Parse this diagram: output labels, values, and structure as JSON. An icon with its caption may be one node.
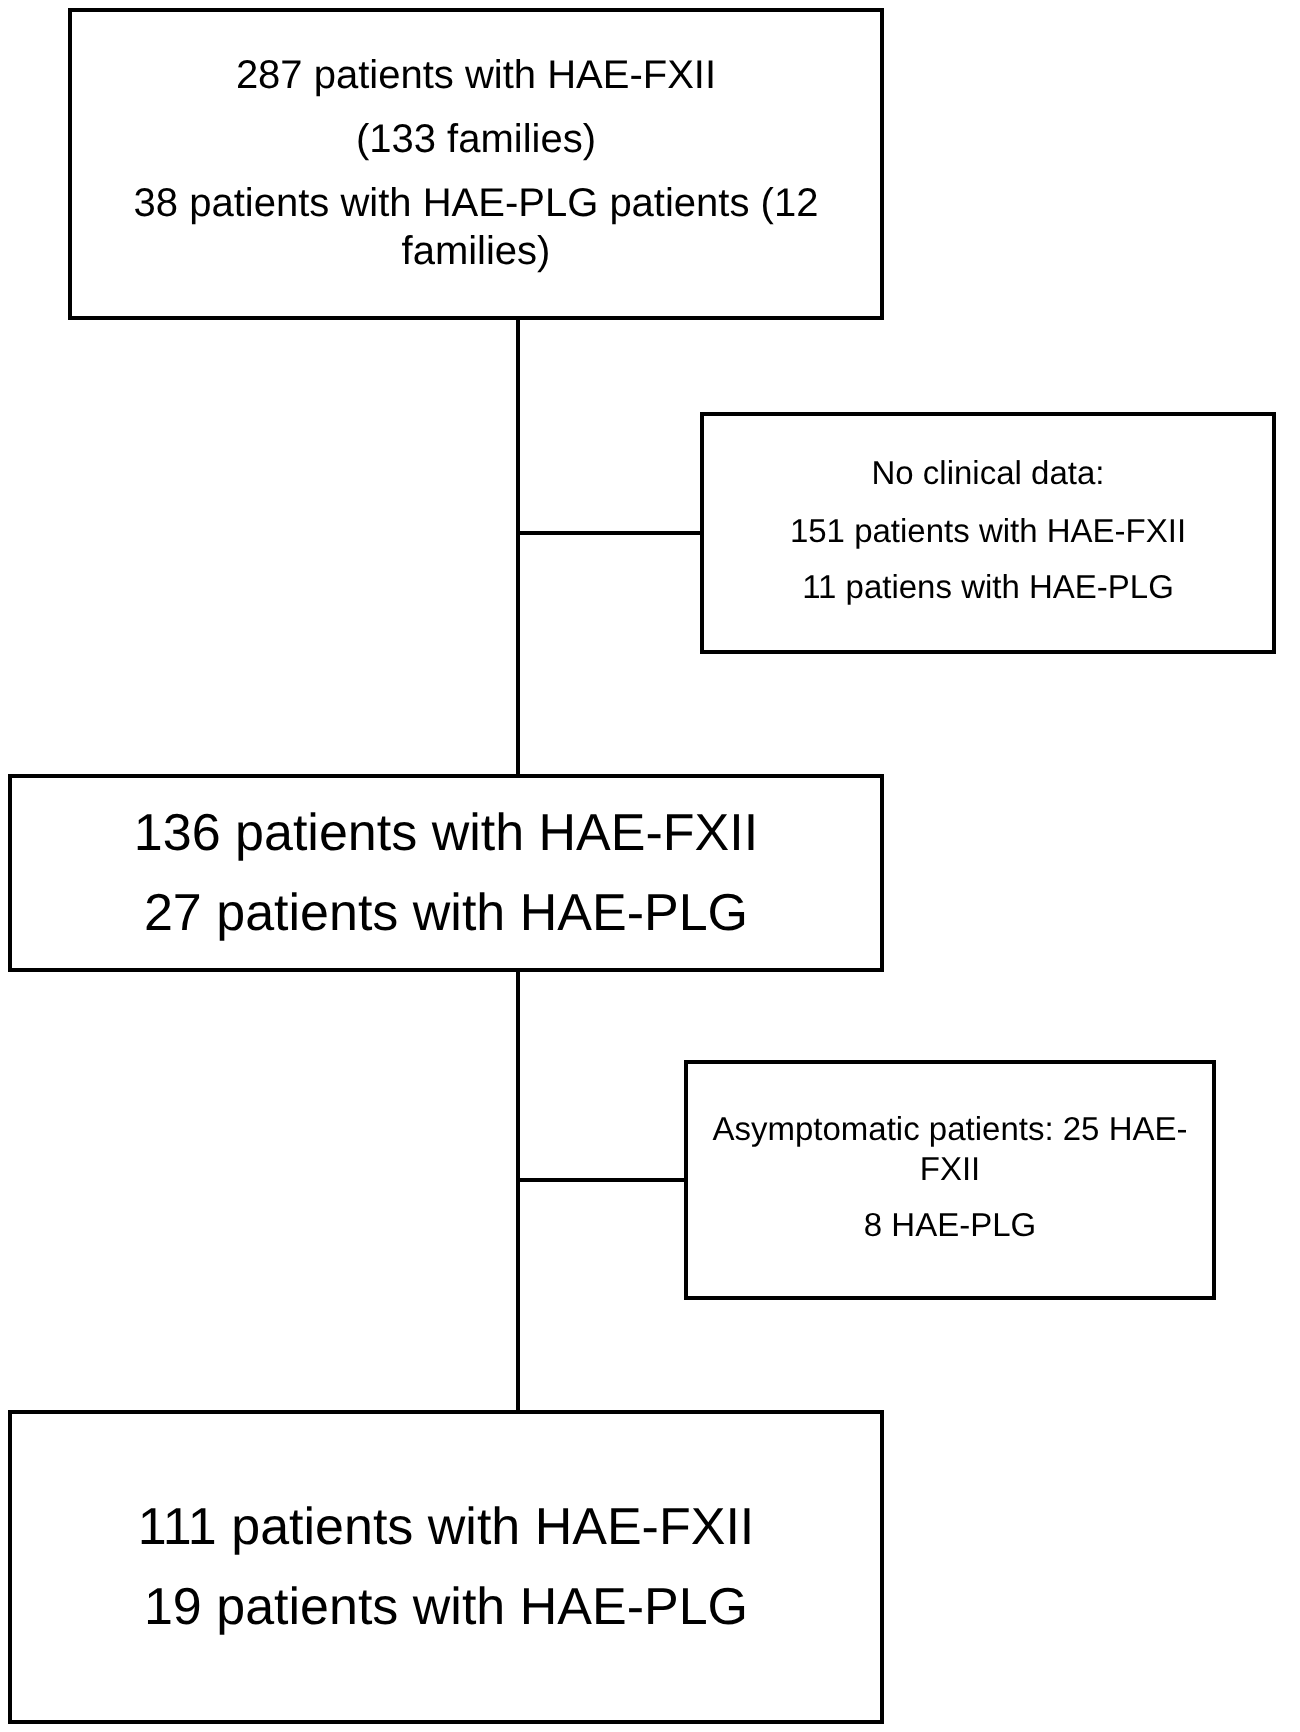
{
  "diagram": {
    "nodes": [
      {
        "text": [
          "287 patients with HAE-FXII",
          "(133 families)",
          "38 patients with HAE-PLG patients (12 families)"
        ]
      },
      {
        "text": [
          "No clinical data:",
          "151 patients with HAE-FXII",
          "11 patiens with HAE-PLG"
        ]
      },
      {
        "text": [
          "136 patients with HAE-FXII",
          "27 patients with HAE-PLG"
        ]
      },
      {
        "text": [
          "Asymptomatic patients: 25 HAE-FXII",
          "8 HAE-PLG"
        ]
      },
      {
        "text": [
          "111 patients with HAE-FXII",
          "19 patients with HAE-PLG"
        ]
      }
    ],
    "edges": [
      {
        "from": 0,
        "to": 2,
        "arrow": "none"
      },
      {
        "from": 0,
        "to": 1,
        "arrow": "none"
      },
      {
        "from": 2,
        "to": 4,
        "arrow": "none"
      },
      {
        "from": 2,
        "to": 3,
        "arrow": "none"
      }
    ]
  }
}
